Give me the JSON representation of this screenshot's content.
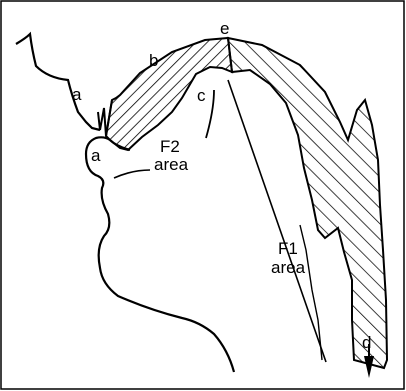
{
  "labels": {
    "a_upper": "a",
    "a_lower": "a",
    "b": "b",
    "c": "c",
    "d": "d",
    "e": "e",
    "f2_line1": "F2",
    "f2_line2": "area",
    "f1_line1": "F1",
    "f1_line2": "area"
  },
  "colors": {
    "stroke": "#000000",
    "background": "#ffffff"
  }
}
